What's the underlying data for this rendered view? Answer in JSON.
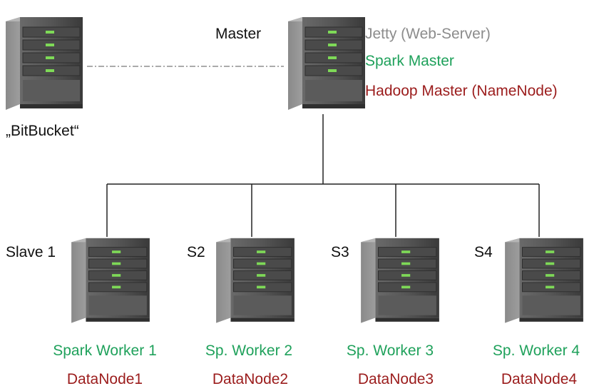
{
  "colors": {
    "service_gray": "#8c8c8c",
    "service_green": "#1fa15b",
    "service_red": "#9b1c1c",
    "text_black": "#111111",
    "link_line": "#222222",
    "dashed_line": "#8f8f8f",
    "led_green": "#7ed957"
  },
  "bitbucket": {
    "label": "„BitBucket“",
    "icon": "server-icon"
  },
  "master": {
    "label": "Master",
    "icon": "server-icon",
    "services": [
      {
        "text": "Jetty (Web-Server)",
        "color": "#8c8c8c"
      },
      {
        "text": "Spark Master",
        "color": "#1fa15b"
      },
      {
        "text": "Hadoop Master (NameNode)",
        "color": "#9b1c1c"
      }
    ]
  },
  "slaves": [
    {
      "name": "Slave 1",
      "worker": "Spark Worker 1",
      "datanode": "DataNode1"
    },
    {
      "name": "S2",
      "worker": "Sp. Worker 2",
      "datanode": "DataNode2"
    },
    {
      "name": "S3",
      "worker": "Sp. Worker 3",
      "datanode": "DataNode3"
    },
    {
      "name": "S4",
      "worker": "Sp. Worker 4",
      "datanode": "DataNode4"
    }
  ]
}
